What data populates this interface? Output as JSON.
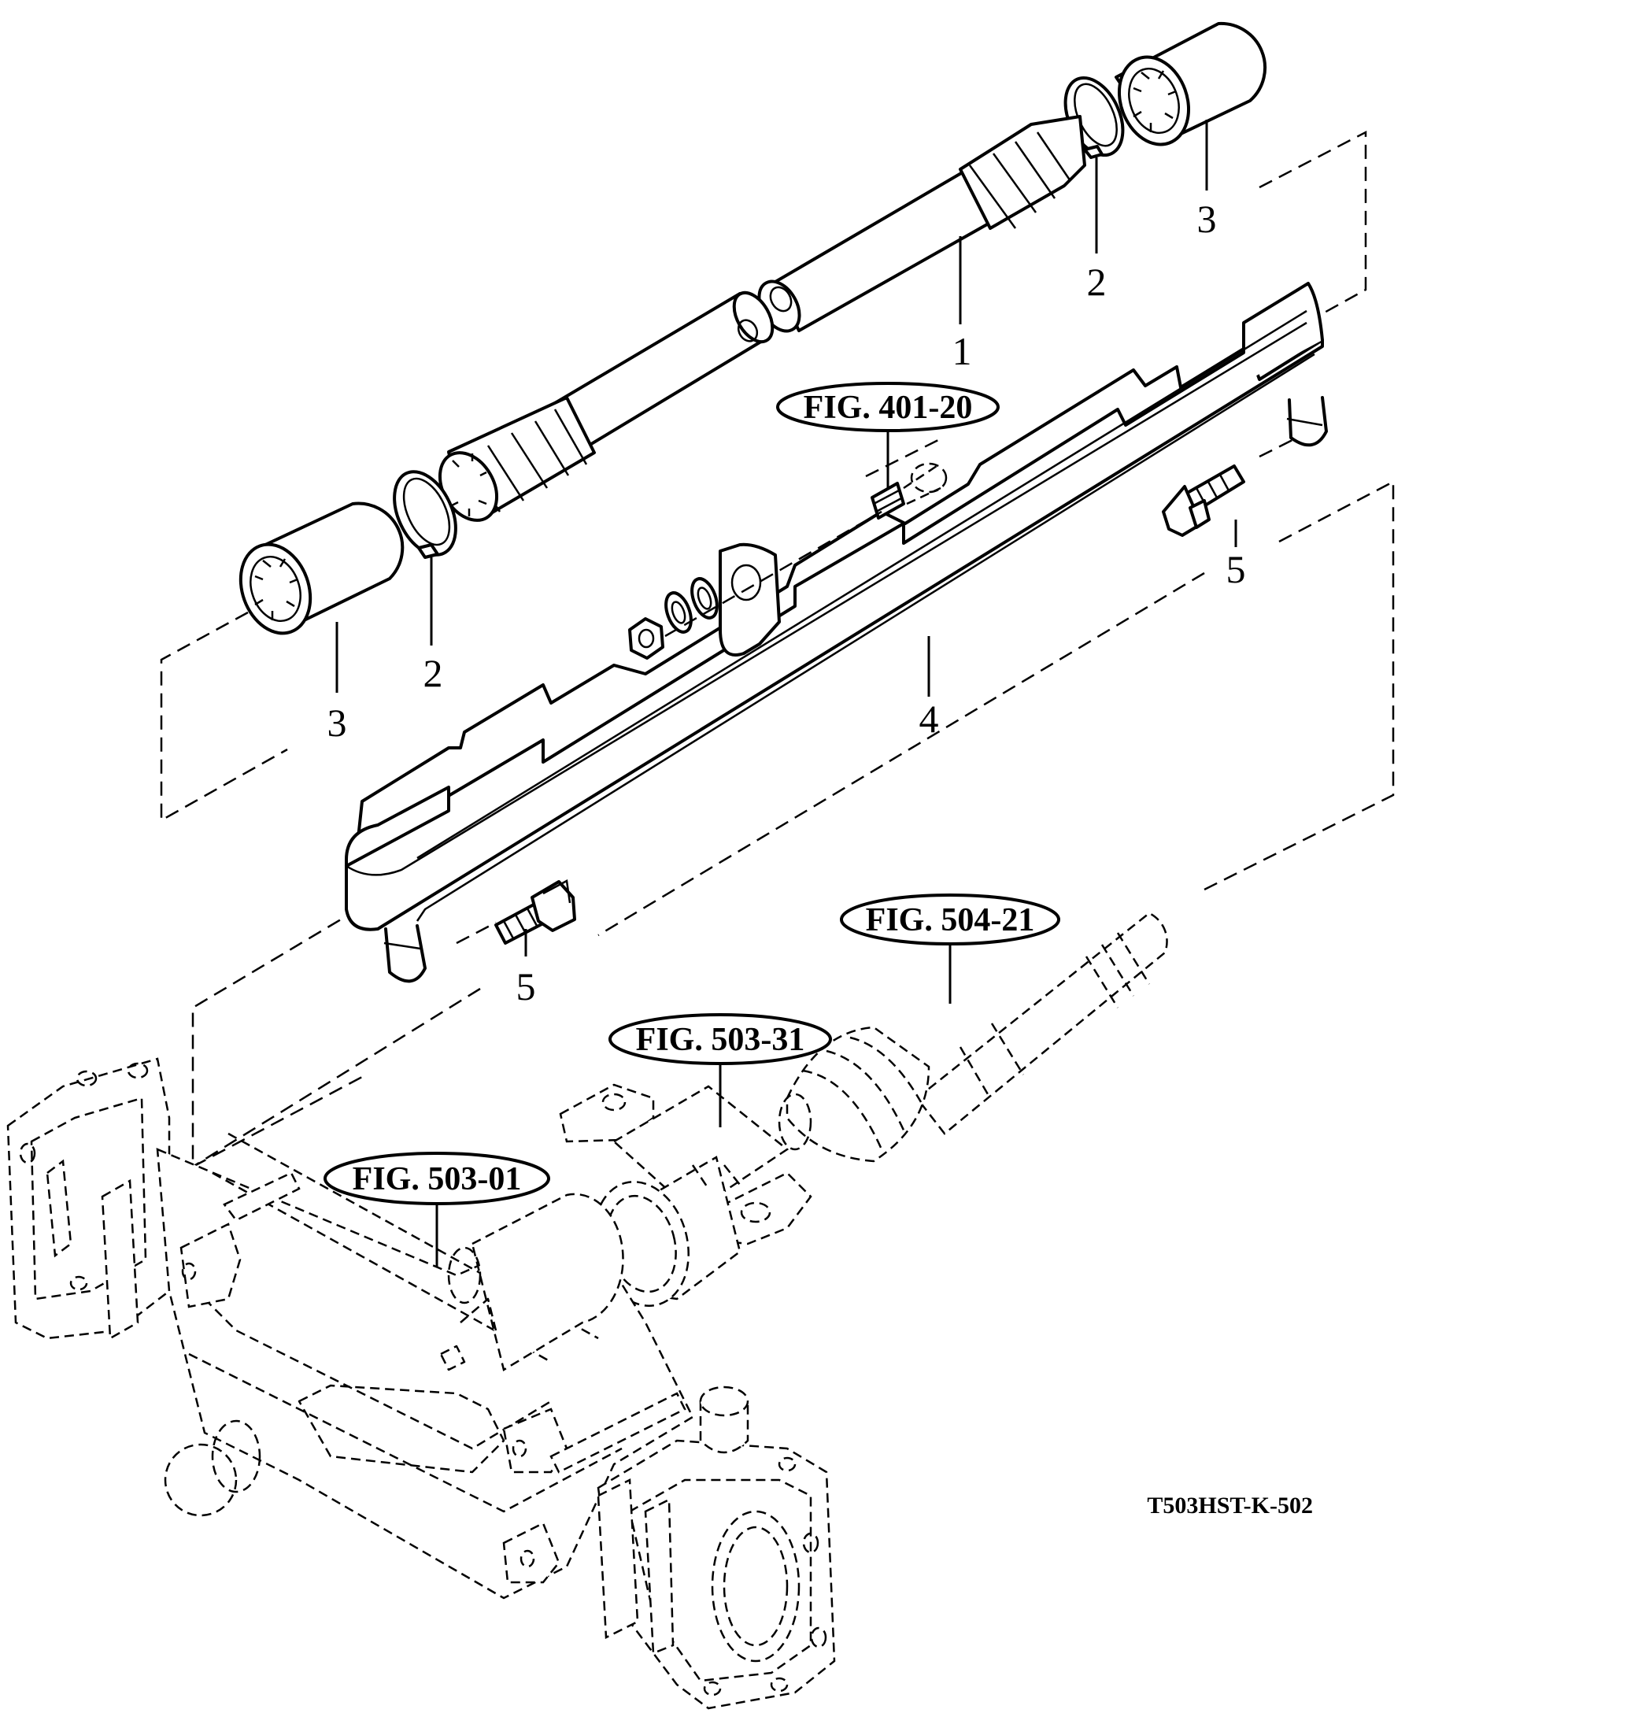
{
  "callouts": [
    {
      "id": "part-1",
      "label": "1"
    },
    {
      "id": "part-2-right",
      "label": "2"
    },
    {
      "id": "part-3-right",
      "label": "3"
    },
    {
      "id": "part-2-left",
      "label": "2"
    },
    {
      "id": "part-3-left",
      "label": "3"
    },
    {
      "id": "part-4",
      "label": "4"
    },
    {
      "id": "part-5-right",
      "label": "5"
    },
    {
      "id": "part-5-left",
      "label": "5"
    }
  ],
  "figure_refs": [
    {
      "id": "ref-401-20",
      "label": "FIG. 401-20"
    },
    {
      "id": "ref-504-21",
      "label": "FIG. 504-21"
    },
    {
      "id": "ref-503-31",
      "label": "FIG. 503-31"
    },
    {
      "id": "ref-503-01",
      "label": "FIG. 503-01"
    }
  ],
  "drawing_code": "T503HST-K-502"
}
